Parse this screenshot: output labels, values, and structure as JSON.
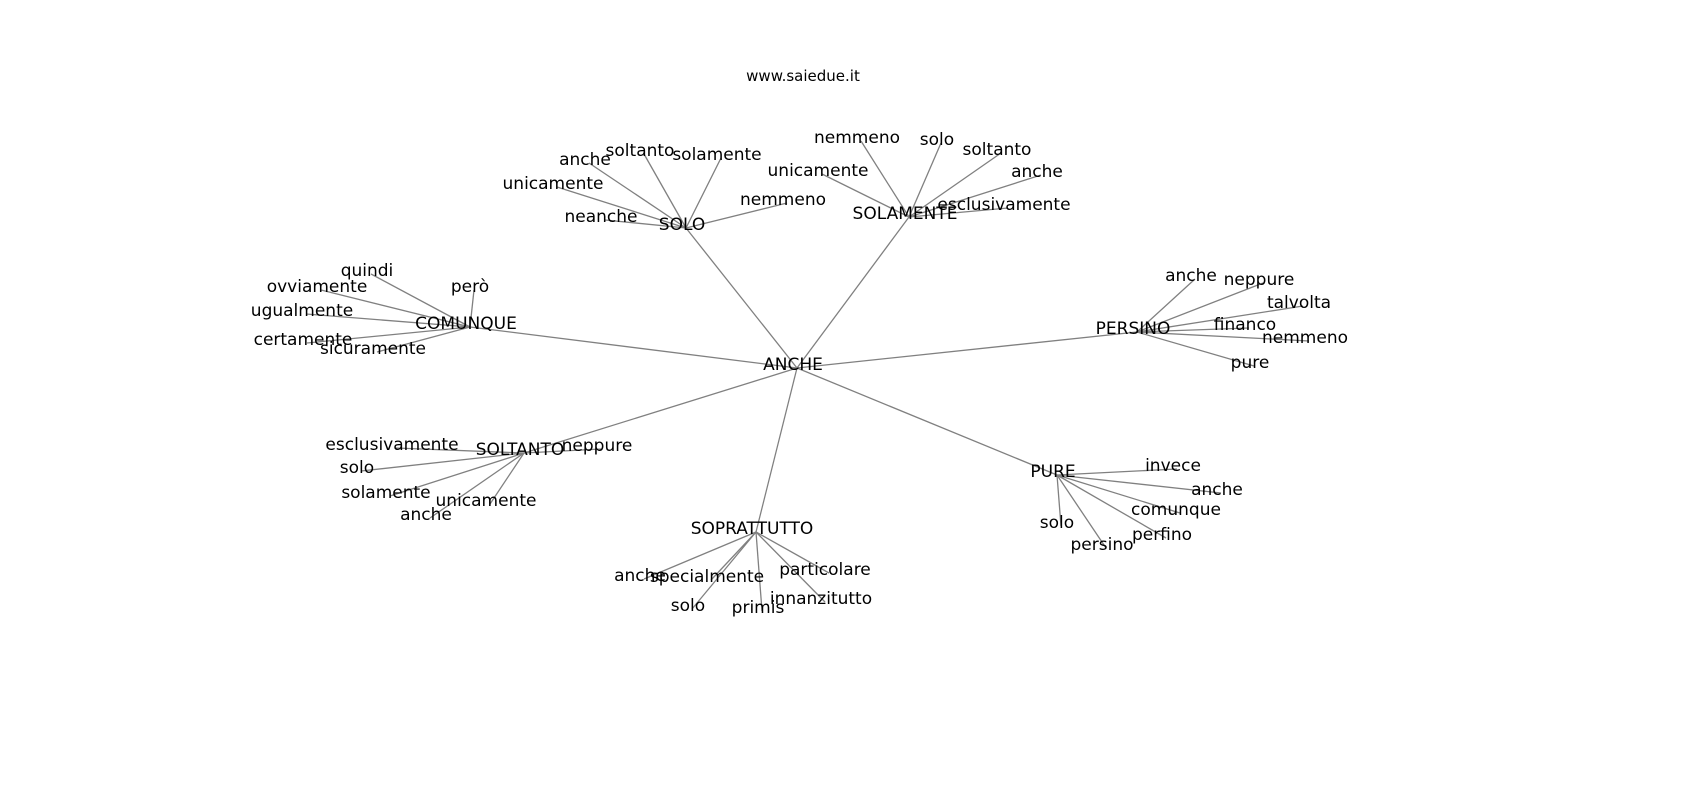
{
  "title": "www.saiedue.it",
  "root": "ANCHE",
  "clusters": [
    {
      "label": "SOLO",
      "children": [
        "anche",
        "soltanto",
        "solamente",
        "unicamente",
        "neanche",
        "nemmeno"
      ]
    },
    {
      "label": "SOLAMENTE",
      "children": [
        "nemmeno",
        "solo",
        "soltanto",
        "unicamente",
        "anche",
        "esclusivamente"
      ]
    },
    {
      "label": "COMUNQUE",
      "children": [
        "quindi",
        "però",
        "ovviamente",
        "ugualmente",
        "certamente",
        "sicuramente"
      ]
    },
    {
      "label": "PERSINO",
      "children": [
        "anche",
        "neppure",
        "talvolta",
        "financo",
        "nemmeno",
        "pure"
      ]
    },
    {
      "label": "SOLTANTO",
      "children": [
        "esclusivamente",
        "neppure",
        "solo",
        "solamente",
        "unicamente",
        "anche"
      ]
    },
    {
      "label": "SOPRATTUTTO",
      "children": [
        "anche",
        "specialmente",
        "particolare",
        "innanzitutto",
        "solo",
        "primis"
      ]
    },
    {
      "label": "PURE",
      "children": [
        "invece",
        "anche",
        "comunque",
        "solo",
        "persino",
        "perfino"
      ]
    }
  ],
  "colors": {
    "edge": "#808080",
    "text": "#000000",
    "background": "#ffffff"
  }
}
